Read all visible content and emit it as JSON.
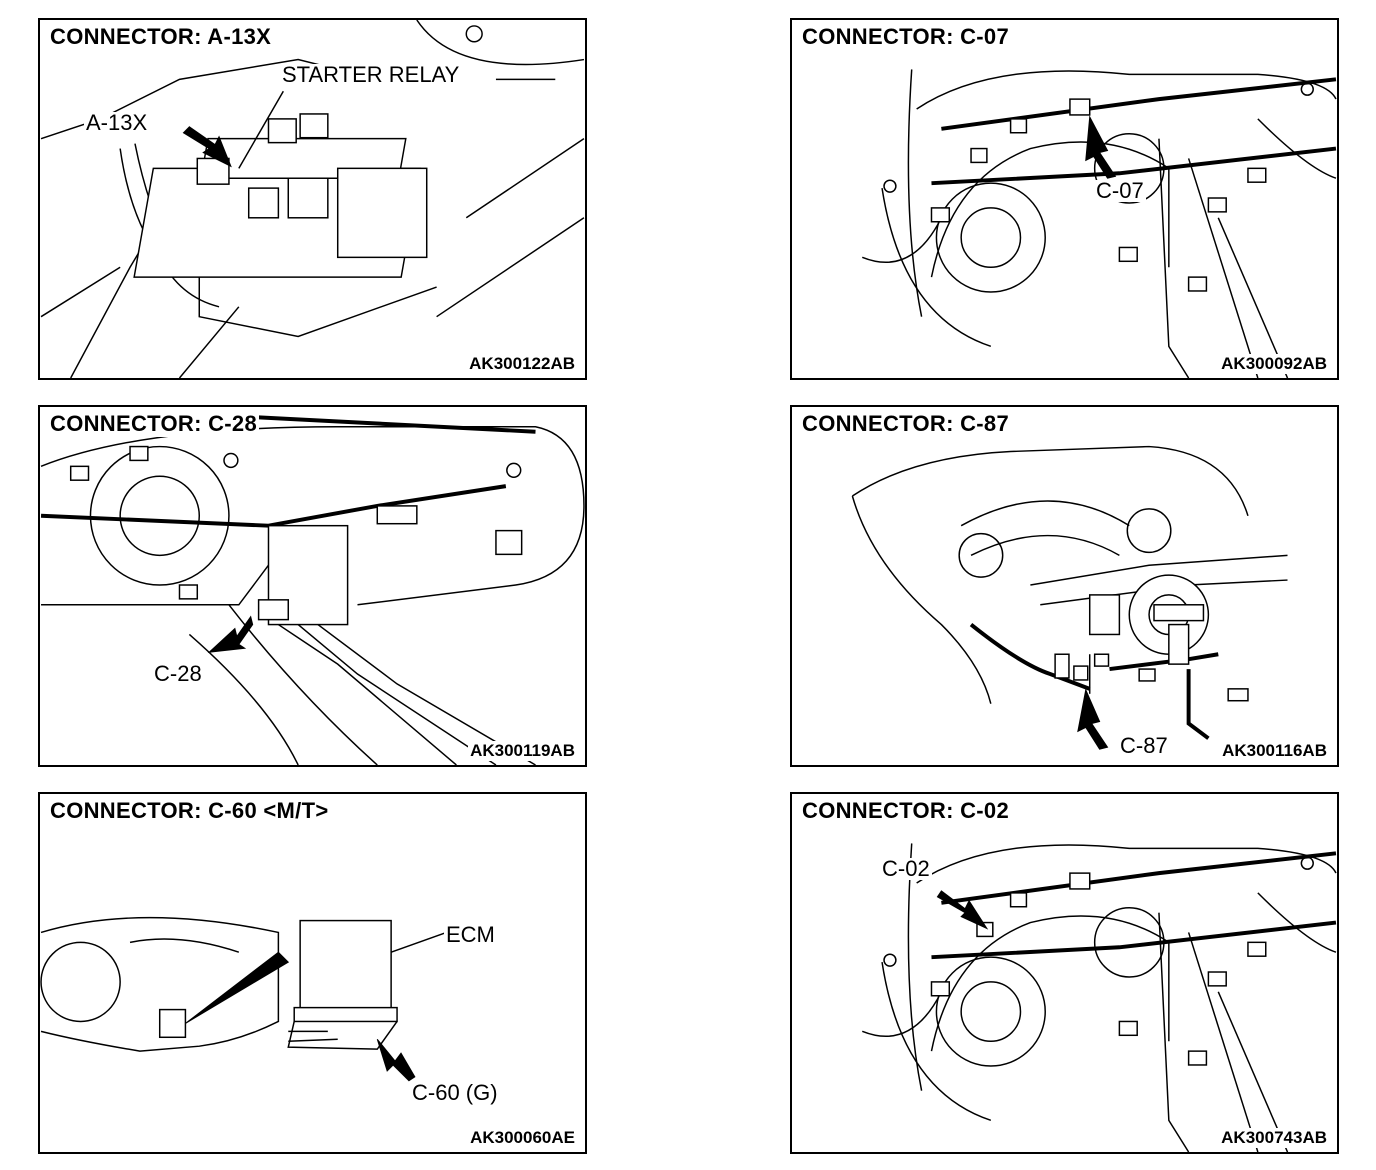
{
  "panels": {
    "a13x": {
      "title": "CONNECTOR: A-13X",
      "code": "AK300122AB",
      "labels": {
        "relay": "STARTER RELAY",
        "connector": "A-13X"
      }
    },
    "c07": {
      "title": "CONNECTOR: C-07",
      "code": "AK300092AB",
      "labels": {
        "connector": "C-07"
      }
    },
    "c28": {
      "title": "CONNECTOR: C-28",
      "code": "AK300119AB",
      "labels": {
        "connector": "C-28"
      }
    },
    "c87": {
      "title": "CONNECTOR: C-87",
      "code": "AK300116AB",
      "labels": {
        "connector": "C-87"
      }
    },
    "c60": {
      "title": "CONNECTOR: C-60 <M/T>",
      "code": "AK300060AE",
      "labels": {
        "ecm": "ECM",
        "connector": "C-60 (G)"
      }
    },
    "c02": {
      "title": "CONNECTOR: C-02",
      "code": "AK300743AB",
      "labels": {
        "connector": "C-02"
      }
    }
  }
}
